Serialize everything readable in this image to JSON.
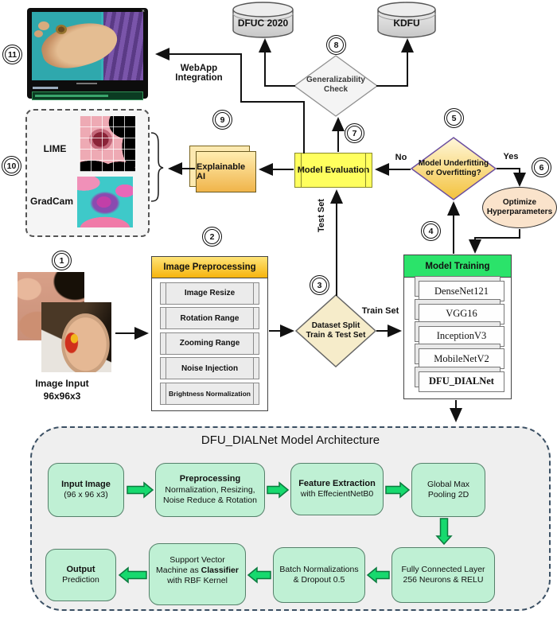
{
  "steps": [
    "1",
    "2",
    "3",
    "4",
    "5",
    "6",
    "7",
    "8",
    "9",
    "10",
    "11"
  ],
  "databases": {
    "left": "DFUC 2020",
    "right": "KDFU"
  },
  "flow": {
    "webapp_integration": "WebApp Integration",
    "generalizability_line1": "Generalizability",
    "generalizability_line2": "Check",
    "model_evaluation": "Model Evaluation",
    "explainable_ai": "Explainable AI",
    "underfit_line1": "Model Underfitting",
    "underfit_line2": "or Overfitting?",
    "no": "No",
    "yes": "Yes",
    "optimize_line1": "Optimize",
    "optimize_line2": "Hyperparameters",
    "split_line1": "Dataset Split",
    "split_line2": "Train & Test Set",
    "train_set": "Train Set",
    "test_set": "Test Set"
  },
  "xai_panel": {
    "lime_label": "LIME",
    "gradcam_label": "GradCam"
  },
  "input": {
    "caption_line1": "Image Input",
    "caption_line2": "96x96x3"
  },
  "preprocessing": {
    "title": "Image Preprocessing",
    "items": [
      "Image Resize",
      "Rotation Range",
      "Zooming Range",
      "Noise Injection",
      "Brightness Normalization"
    ]
  },
  "training": {
    "title": "Model Training",
    "items": [
      "DenseNet121",
      "VGG16",
      "InceptionV3",
      "MobileNetV2",
      "DFU_DIALNet"
    ]
  },
  "architecture": {
    "title": "DFU_DIALNet Model Architecture",
    "row1": [
      {
        "bold": "Input Image",
        "body": "(96 x 96 x3)"
      },
      {
        "bold": "Preprocessing",
        "body": "Normalization, Resizing, Noise Reduce & Rotation"
      },
      {
        "bold": "Feature Extraction",
        "body": "with EffecientNetB0"
      },
      {
        "bold": "",
        "body": "Global Max Pooling 2D"
      }
    ],
    "row2": [
      {
        "bold": "",
        "body": "Fully Connected Layer 256 Neurons & RELU"
      },
      {
        "bold": "",
        "body": "Batch Normalizations & Dropout 0.5"
      },
      {
        "pre": "Support Vector Machine as ",
        "bold": "Classifier",
        "body": " with RBF Kernel"
      },
      {
        "bold": "Output",
        "body": "Prediction"
      }
    ]
  },
  "icons": {
    "close": "×"
  },
  "colors": {
    "header-yellow-1": "#ffe478",
    "header-yellow-2": "#f6b40e",
    "training-green": "#2be36a",
    "eval-yellow": "#ffff5e",
    "xai-gold-1": "#ffedb0",
    "xai-gold-2": "#f0b44a",
    "diamond-gray": "#f4f4f4",
    "underfit-border": "#6b4fa0",
    "split-fill": "#f6ecca",
    "ellipse-fill": "#fae3cb",
    "arch-bg": "#efefef",
    "arch-border": "#3a4f63",
    "gbox-fill": "#bff0d4",
    "gbox-border": "#55806a",
    "arrow-green": "#17d96e",
    "arrow-green-dark": "#0b7a3e",
    "item-gray": "#ebebeb"
  }
}
